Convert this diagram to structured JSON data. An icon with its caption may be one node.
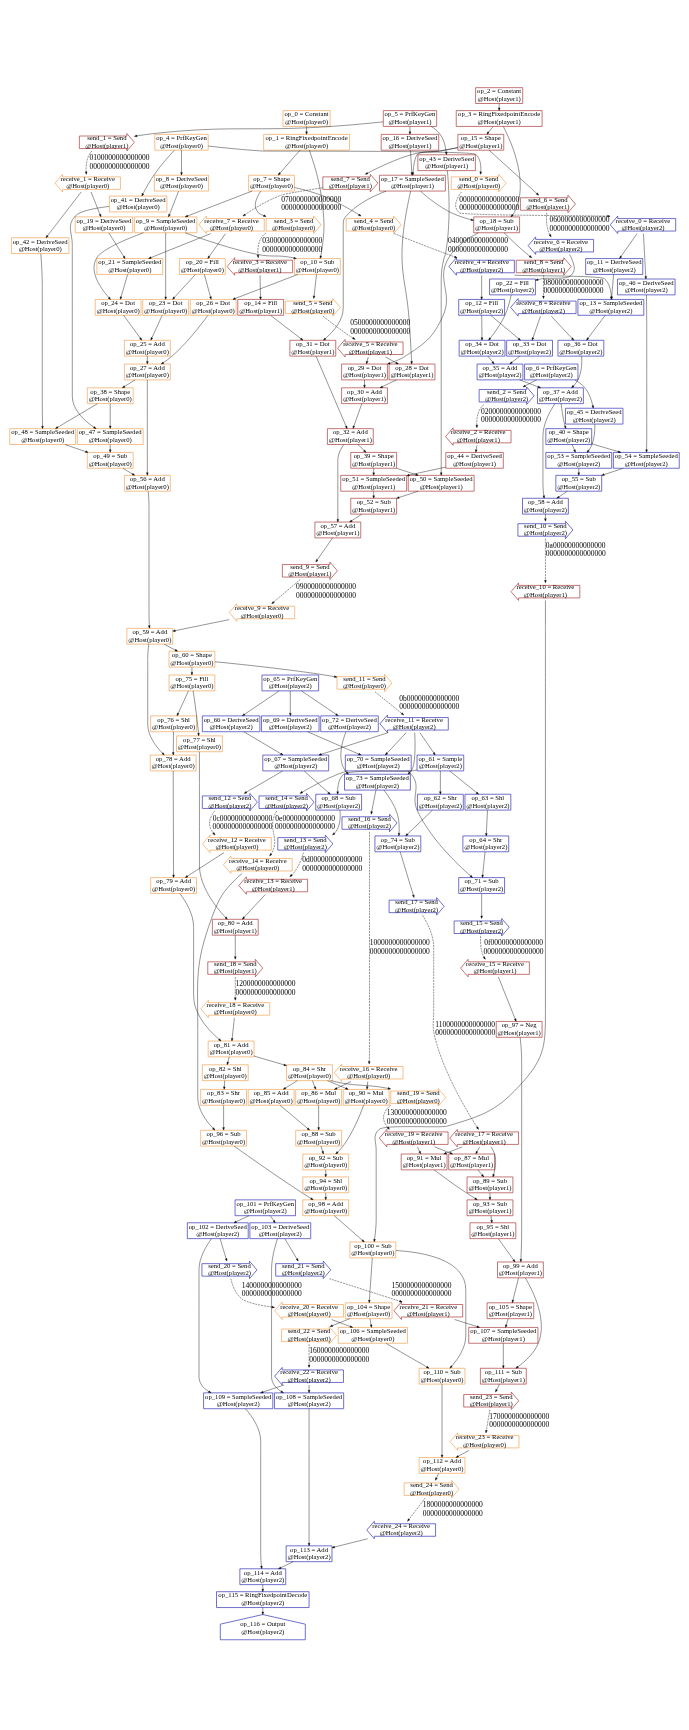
{
  "diagram": {
    "nodes": [
      {
        "text": [
          "op_2 = Constant",
          "@Host(player1)"
        ]
      },
      {
        "text": [
          "op_3 = RingFixedpointEncode",
          "@Host(player1)"
        ]
      },
      {
        "text": [
          "op_0 = Constant",
          "@Host(player0)"
        ]
      },
      {
        "text": [
          "op_5 = PrfKeyGen",
          "@Host(player1)"
        ]
      },
      {
        "text": [
          "op_4 = PrfKeyGen",
          "@Host(player0)"
        ]
      },
      {
        "text": [
          "op_15 = Shape",
          "@Host(player1)"
        ]
      },
      {
        "text": [
          "op_1 = RingFixedpointEncode",
          "@Host(player0)"
        ]
      },
      {
        "text": [
          "send_1 = Send",
          "@Host(player1)"
        ]
      },
      {
        "text": [
          "op_16 = DeriveSeed",
          "@Host(player1)"
        ]
      },
      {
        "text": [
          "op_43 = DeriveSeed",
          "@Host(player1)"
        ]
      },
      {
        "text": [
          "send_0 = Send",
          "@Host(player0)"
        ]
      },
      {
        "text": [
          "op_8 = DeriveSeed",
          "@Host(player0)"
        ]
      },
      {
        "text": [
          "op_7 = Shape",
          "@Host(player0)"
        ]
      },
      {
        "text": [
          "send_7 = Send",
          "@Host(player1)"
        ]
      },
      {
        "text": [
          "receive_1 = Receive",
          "@Host(player0)"
        ]
      },
      {
        "text": [
          "op_17 = SampleSeeded",
          "@Host(player1)"
        ]
      },
      {
        "text": [
          "op_41 = DeriveSeed",
          "@Host(player0)"
        ]
      },
      {
        "text": [
          "send_6 = Send",
          "@Host(player1)"
        ]
      },
      {
        "text": [
          "receive_0 = Receive",
          "@Host(player2)"
        ]
      },
      {
        "text": [
          "send_4 = Send",
          "@Host(player0)"
        ]
      },
      {
        "text": [
          "op_9 = SampleSeeded",
          "@Host(player0)"
        ]
      },
      {
        "text": [
          "receive_7 = Receive",
          "@Host(player0)"
        ]
      },
      {
        "text": [
          "send_3 = Send",
          "@Host(player0)"
        ]
      },
      {
        "text": [
          "op_19 = DeriveSeed",
          "@Host(player0)"
        ]
      },
      {
        "text": [
          "op_18 = Sub",
          "@Host(player1)"
        ]
      },
      {
        "text": [
          "receive_6 = Receive",
          "@Host(player2)"
        ]
      },
      {
        "text": [
          "op_11 = DeriveSeed",
          "@Host(player2)"
        ]
      },
      {
        "text": [
          "receive_4 = Receive",
          "@Host(player2)"
        ]
      },
      {
        "text": [
          "send_8 = Send",
          "@Host(player1)"
        ]
      },
      {
        "text": [
          "op_20 = Fill",
          "@Host(player0)"
        ]
      },
      {
        "text": [
          "op_10 = Sub",
          "@Host(player0)"
        ]
      },
      {
        "text": [
          "op_21 = SampleSeeded",
          "@Host(player0)"
        ]
      },
      {
        "text": [
          "receive_3 = Receive",
          "@Host(player1)"
        ]
      },
      {
        "text": [
          "op_46 = DeriveSeed",
          "@Host(player2)"
        ]
      },
      {
        "text": [
          "op_22 = Fill",
          "@Host(player2)"
        ]
      },
      {
        "text": [
          "op_13 = SampleSeeded",
          "@Host(player2)"
        ]
      },
      {
        "text": [
          "op_12 = Fill",
          "@Host(player2)"
        ]
      },
      {
        "text": [
          "receive_8 = Receive",
          "@Host(player2)"
        ]
      },
      {
        "text": [
          "op_23 = Dot",
          "@Host(player0)"
        ]
      },
      {
        "text": [
          "op_24 = Dot",
          "@Host(player0)"
        ]
      },
      {
        "text": [
          "op_26 = Dot",
          "@Host(player0)"
        ]
      },
      {
        "text": [
          "send_5 = Send",
          "@Host(player0)"
        ]
      },
      {
        "text": [
          "op_14 = Fill",
          "@Host(player1)"
        ]
      },
      {
        "text": [
          "op_42 = DeriveSeed",
          "@Host(player0)"
        ]
      },
      {
        "text": [
          "receive_5 = Receive",
          "@Host(player1)"
        ]
      },
      {
        "text": [
          "op_36 = Dot",
          "@Host(player2)"
        ]
      },
      {
        "text": [
          "op_34 = Dot",
          "@Host(player2)"
        ]
      },
      {
        "text": [
          "op_33 = Dot",
          "@Host(player2)"
        ]
      },
      {
        "text": [
          "op_25 = Add",
          "@Host(player0)"
        ]
      },
      {
        "text": [
          "op_31 = Dot",
          "@Host(player1)"
        ]
      },
      {
        "text": [
          "op_28 = Dot",
          "@Host(player1)"
        ]
      },
      {
        "text": [
          "op_29 = Dot",
          "@Host(player1)"
        ]
      },
      {
        "text": [
          "op_35 = Add",
          "@Host(player2)"
        ]
      },
      {
        "text": [
          "op_27 = Add",
          "@Host(player0)"
        ]
      },
      {
        "text": [
          "op_6 = PrfKeyGen",
          "@Host(player2)"
        ]
      },
      {
        "text": [
          "op_30 = Add",
          "@Host(player1)"
        ]
      },
      {
        "text": [
          "op_37 = Add",
          "@Host(player2)"
        ]
      },
      {
        "text": [
          "op_38 = Shape",
          "@Host(player0)"
        ]
      },
      {
        "text": [
          "send_2 = Send",
          "@Host(player2)"
        ]
      },
      {
        "text": [
          "op_45 = DeriveSeed",
          "@Host(player2)"
        ]
      },
      {
        "text": [
          "op_40 = Shape",
          "@Host(player2)"
        ]
      },
      {
        "text": [
          "op_47 = SampleSeeded",
          "@Host(player0)"
        ]
      },
      {
        "text": [
          "op_48 = SampleSeeded",
          "@Host(player0)"
        ]
      },
      {
        "text": [
          "receive_2 = Receive",
          "@Host(player1)"
        ]
      },
      {
        "text": [
          "op_32 = Add",
          "@Host(player1)"
        ]
      },
      {
        "text": [
          "op_54 = SampleSeeded",
          "@Host(player2)"
        ]
      },
      {
        "text": [
          "op_53 = SampleSeeded",
          "@Host(player2)"
        ]
      },
      {
        "text": [
          "op_49 = Sub",
          "@Host(player0)"
        ]
      },
      {
        "text": [
          "op_44 = DeriveSeed",
          "@Host(player1)"
        ]
      },
      {
        "text": [
          "op_39 = Shape",
          "@Host(player1)"
        ]
      },
      {
        "text": [
          "op_55 = Sub",
          "@Host(player2)"
        ]
      },
      {
        "text": [
          "op_56 = Add",
          "@Host(player0)"
        ]
      },
      {
        "text": [
          "op_51 = SampleSeeded",
          "@Host(player1)"
        ]
      },
      {
        "text": [
          "op_50 = SampleSeeded",
          "@Host(player1)"
        ]
      },
      {
        "text": [
          "op_58 = Add",
          "@Host(player2)"
        ]
      },
      {
        "text": [
          "op_52 = Sub",
          "@Host(player1)"
        ]
      },
      {
        "text": [
          "op_57 = Add",
          "@Host(player1)"
        ]
      },
      {
        "text": [
          "send_10 = Send",
          "@Host(player2)"
        ]
      },
      {
        "text": [
          "send_9 = Send",
          "@Host(player1)"
        ]
      },
      {
        "text": [
          "receive_10 = Receive",
          "@Host(player1)"
        ]
      },
      {
        "text": [
          "receive_9 = Receive",
          "@Host(player0)"
        ]
      },
      {
        "text": [
          "op_59 = Add",
          "@Host(player0)"
        ]
      },
      {
        "text": [
          "op_60 = Shape",
          "@Host(player0)"
        ]
      },
      {
        "text": [
          "op_75 = Fill",
          "@Host(player0)"
        ]
      },
      {
        "text": [
          "op_65 = PrfKeyGen",
          "@Host(player2)"
        ]
      },
      {
        "text": [
          "send_11 = Send",
          "@Host(player0)"
        ]
      },
      {
        "text": [
          "op_66 = DeriveSeed",
          "@Host(player2)"
        ]
      },
      {
        "text": [
          "receive_11 = Receive",
          "@Host(player2)"
        ]
      },
      {
        "text": [
          "op_69 = DeriveSeed",
          "@Host(player2)"
        ]
      },
      {
        "text": [
          "op_76 = Shl",
          "@Host(player0)"
        ]
      },
      {
        "text": [
          "op_72 = DeriveSeed",
          "@Host(player2)"
        ]
      },
      {
        "text": [
          "op_77 = Shl",
          "@Host(player0)"
        ]
      },
      {
        "text": [
          "op_78 = Add",
          "@Host(player0)"
        ]
      },
      {
        "text": [
          "op_67 = SampleSeeded",
          "@Host(player2)"
        ]
      },
      {
        "text": [
          "op_61 = Sample",
          "@Host(player2)"
        ]
      },
      {
        "text": [
          "op_70 = SampleSeeded",
          "@Host(player2)"
        ]
      },
      {
        "text": [
          "op_73 = SampleSeeded",
          "@Host(player2)"
        ]
      },
      {
        "text": [
          "op_68 = Sub",
          "@Host(player2)"
        ]
      },
      {
        "text": [
          "send_12 = Send",
          "@Host(player2)"
        ]
      },
      {
        "text": [
          "op_62 = Shr",
          "@Host(player2)"
        ]
      },
      {
        "text": [
          "send_14 = Send",
          "@Host(player2)"
        ]
      },
      {
        "text": [
          "op_63 = Shl",
          "@Host(player2)"
        ]
      },
      {
        "text": [
          "send_13 = Send",
          "@Host(player2)"
        ]
      },
      {
        "text": [
          "receive_12 = Receive",
          "@Host(player0)"
        ]
      },
      {
        "text": [
          "op_74 = Sub",
          "@Host(player2)"
        ]
      },
      {
        "text": [
          "op_64 = Shr",
          "@Host(player2)"
        ]
      },
      {
        "text": [
          "receive_14 = Receive",
          "@Host(player0)"
        ]
      },
      {
        "text": [
          "receive_13 = Receive",
          "@Host(player1)"
        ]
      },
      {
        "text": [
          "op_79 = Add",
          "@Host(player0)"
        ]
      },
      {
        "text": [
          "op_71 = Sub",
          "@Host(player2)"
        ]
      },
      {
        "text": [
          "send_16 = Send",
          "@Host(player2)"
        ]
      },
      {
        "text": [
          "op_80 = Add",
          "@Host(player1)"
        ]
      },
      {
        "text": [
          "send_15 = Send",
          "@Host(player2)"
        ]
      },
      {
        "text": [
          "send_18 = Send",
          "@Host(player1)"
        ]
      },
      {
        "text": [
          "receive_15 = Receive",
          "@Host(player1)"
        ]
      },
      {
        "text": [
          "receive_18 = Receive",
          "@Host(player0)"
        ]
      },
      {
        "text": [
          "op_97 = Neg",
          "@Host(player1)"
        ]
      },
      {
        "text": [
          "op_81 = Add",
          "@Host(player0)"
        ]
      },
      {
        "text": [
          "send_17 = Send",
          "@Host(player2)"
        ]
      },
      {
        "text": [
          "op_82 = Shl",
          "@Host(player0)"
        ]
      },
      {
        "text": [
          "op_84 = Shr",
          "@Host(player0)"
        ]
      },
      {
        "text": [
          "receive_16 = Receive",
          "@Host(player0)"
        ]
      },
      {
        "text": [
          "op_83 = Shr",
          "@Host(player0)"
        ]
      },
      {
        "text": [
          "op_86 = Mul",
          "@Host(player0)"
        ]
      },
      {
        "text": [
          "op_85 = Add",
          "@Host(player0)"
        ]
      },
      {
        "text": [
          "op_90 = Mul",
          "@Host(player0)"
        ]
      },
      {
        "text": [
          "send_19 = Send",
          "@Host(player0)"
        ]
      },
      {
        "text": [
          "op_96 = Sub",
          "@Host(player0)"
        ]
      },
      {
        "text": [
          "op_88 = Sub",
          "@Host(player0)"
        ]
      },
      {
        "text": [
          "receive_19 = Receive",
          "@Host(player1)"
        ]
      },
      {
        "text": [
          "receive_17 = Receive",
          "@Host(player1)"
        ]
      },
      {
        "text": [
          "op_92 = Sub",
          "@Host(player0)"
        ]
      },
      {
        "text": [
          "op_91 = Mul",
          "@Host(player1)"
        ]
      },
      {
        "text": [
          "op_87 = Mul",
          "@Host(player1)"
        ]
      },
      {
        "text": [
          "op_94 = Shl",
          "@Host(player0)"
        ]
      },
      {
        "text": [
          "op_89 = Sub",
          "@Host(player1)"
        ]
      },
      {
        "text": [
          "op_98 = Add",
          "@Host(player0)"
        ]
      },
      {
        "text": [
          "op_93 = Sub",
          "@Host(player1)"
        ]
      },
      {
        "text": [
          "op_101 = PrfKeyGen",
          "@Host(player2)"
        ]
      },
      {
        "text": [
          "op_102 = DeriveSeed",
          "@Host(player2)"
        ]
      },
      {
        "text": [
          "op_103 = DeriveSeed",
          "@Host(player2)"
        ]
      },
      {
        "text": [
          "op_95 = Shl",
          "@Host(player1)"
        ]
      },
      {
        "text": [
          "op_100 = Sub",
          "@Host(player0)"
        ]
      },
      {
        "text": [
          "op_99 = Add",
          "@Host(player1)"
        ]
      },
      {
        "text": [
          "send_20 = Send",
          "@Host(player2)"
        ]
      },
      {
        "text": [
          "send_21 = Send",
          "@Host(player2)"
        ]
      },
      {
        "text": [
          "receive_20 = Receive",
          "@Host(player0)"
        ]
      },
      {
        "text": [
          "op_104 = Shape",
          "@Host(player0)"
        ]
      },
      {
        "text": [
          "receive_21 = Receive",
          "@Host(player1)"
        ]
      },
      {
        "text": [
          "op_105 = Shape",
          "@Host(player1)"
        ]
      },
      {
        "text": [
          "send_22 = Send",
          "@Host(player0)"
        ]
      },
      {
        "text": [
          "op_106 = SampleSeeded",
          "@Host(player0)"
        ]
      },
      {
        "text": [
          "op_107 = SampleSeeded",
          "@Host(player1)"
        ]
      },
      {
        "text": [
          "receive_22 = Receive",
          "@Host(player2)"
        ]
      },
      {
        "text": [
          "op_110 = Sub",
          "@Host(player0)"
        ]
      },
      {
        "text": [
          "op_111 = Sub",
          "@Host(player1)"
        ]
      },
      {
        "text": [
          "op_109 = SampleSeeded",
          "@Host(player2)"
        ]
      },
      {
        "text": [
          "op_108 = SampleSeeded",
          "@Host(player2)"
        ]
      },
      {
        "text": [
          "send_23 = Send",
          "@Host(player1)"
        ]
      },
      {
        "text": [
          "receive_23 = Receive",
          "@Host(player0)"
        ]
      },
      {
        "text": [
          "op_112 = Add",
          "@Host(player0)"
        ]
      },
      {
        "text": [
          "send_24 = Send",
          "@Host(player0)"
        ]
      },
      {
        "text": [
          "receive_24 = Receive",
          "@Host(player2)"
        ]
      },
      {
        "text": [
          "op_113 = Add",
          "@Host(player2)"
        ]
      },
      {
        "text": [
          "op_114 = Add",
          "@Host(player2)"
        ]
      },
      {
        "text": [
          "op_115 = RingFixedpointDecode",
          "@Host(player2)"
        ]
      },
      {
        "text": [
          "op_116 = Output",
          "@Host(player2)"
        ]
      }
    ],
    "edges": [
      {
        "from": 0,
        "to": 1,
        "arrow": "to"
      },
      {
        "from": 2,
        "to": 6,
        "arrow": "to"
      },
      {
        "from": 1,
        "to": 5,
        "arrow": "to"
      },
      {
        "from": 1,
        "to": 24,
        "arrow": "to"
      },
      {
        "from": 3,
        "to": 8,
        "arrow": "to"
      },
      {
        "from": 3,
        "to": 9,
        "arrow": "to"
      },
      {
        "from": 3,
        "to": 7,
        "arrow": "to"
      },
      {
        "from": 4,
        "to": 10,
        "arrow": "to"
      },
      {
        "from": 4,
        "to": 16,
        "arrow": "to"
      },
      {
        "from": 4,
        "to": 11,
        "arrow": "to"
      },
      {
        "from": 5,
        "to": 15,
        "arrow": "to"
      },
      {
        "from": 5,
        "to": 13,
        "arrow": "to"
      },
      {
        "from": 5,
        "to": 17,
        "arrow": "to"
      },
      {
        "from": 6,
        "to": 12,
        "arrow": "to"
      },
      {
        "from": 6,
        "to": 30,
        "arrow": "to"
      },
      {
        "from": 7,
        "to": 14,
        "arrow": "to",
        "style": "dashed",
        "label": "01000000000000000000000000000000"
      },
      {
        "from": 8,
        "to": 15,
        "arrow": "to"
      },
      {
        "from": 15,
        "to": 24,
        "arrow": "to"
      },
      {
        "from": 15,
        "to": 49,
        "arrow": "to"
      },
      {
        "from": 15,
        "to": 50,
        "arrow": "to"
      },
      {
        "from": 9,
        "to": 73,
        "arrow": "to"
      },
      {
        "from": 10,
        "to": 18,
        "arrow": "to",
        "style": "dashed",
        "label": "00000000000000000000000000000000"
      },
      {
        "from": 11,
        "to": 20,
        "arrow": "to"
      },
      {
        "from": 12,
        "to": 20,
        "arrow": "to"
      },
      {
        "from": 12,
        "to": 19,
        "arrow": "to"
      },
      {
        "from": 12,
        "to": 22,
        "arrow": "to"
      },
      {
        "from": 13,
        "to": 21,
        "arrow": "to",
        "style": "dashed",
        "label": "07000000000000000000000000000000"
      },
      {
        "from": 14,
        "to": 23,
        "arrow": "to"
      },
      {
        "from": 14,
        "to": 43,
        "arrow": "to"
      },
      {
        "from": 16,
        "to": 61,
        "arrow": "to"
      },
      {
        "from": 17,
        "to": 25,
        "arrow": "to",
        "style": "dashed",
        "label": "06000000000000000000000000000000"
      },
      {
        "from": 18,
        "to": 26,
        "arrow": "to"
      },
      {
        "from": 18,
        "to": 33,
        "arrow": "to"
      },
      {
        "from": 19,
        "to": 27,
        "arrow": "to",
        "style": "dashed",
        "label": "04000000000000000000000000000000"
      },
      {
        "from": 20,
        "to": 38,
        "arrow": "to"
      },
      {
        "from": 20,
        "to": 39,
        "arrow": "to"
      },
      {
        "from": 20,
        "to": 30,
        "arrow": "to"
      },
      {
        "from": 21,
        "to": 29,
        "arrow": "to"
      },
      {
        "from": 21,
        "to": 31,
        "arrow": "to"
      },
      {
        "from": 22,
        "to": 32,
        "arrow": "to",
        "style": "dashed",
        "label": "03000000000000000000000000000000"
      },
      {
        "from": 23,
        "to": 31,
        "arrow": "to"
      },
      {
        "from": 24,
        "to": 28,
        "arrow": "to"
      },
      {
        "from": 25,
        "to": 34,
        "arrow": "to"
      },
      {
        "from": 27,
        "to": 35,
        "arrow": "to"
      },
      {
        "from": 27,
        "to": 36,
        "arrow": "to"
      },
      {
        "from": 26,
        "to": 35,
        "arrow": "to"
      },
      {
        "from": 28,
        "to": 37,
        "arrow": "to",
        "style": "dashed",
        "label": "08000000000000000000000000000000"
      },
      {
        "from": 29,
        "to": 38,
        "arrow": "to"
      },
      {
        "from": 29,
        "to": 40,
        "arrow": "to"
      },
      {
        "from": 30,
        "to": 40,
        "arrow": "to"
      },
      {
        "from": 30,
        "to": 41,
        "arrow": "to"
      },
      {
        "from": 31,
        "to": 39,
        "arrow": "to"
      },
      {
        "from": 32,
        "to": 42,
        "arrow": "to"
      },
      {
        "from": 34,
        "to": 46,
        "arrow": "to"
      },
      {
        "from": 36,
        "to": 46,
        "arrow": "to"
      },
      {
        "from": 36,
        "to": 47,
        "arrow": "to"
      },
      {
        "from": 37,
        "to": 45,
        "arrow": "to"
      },
      {
        "from": 37,
        "to": 47,
        "arrow": "to"
      },
      {
        "from": 35,
        "to": 45,
        "arrow": "to"
      },
      {
        "from": 38,
        "to": 48,
        "arrow": "to"
      },
      {
        "from": 39,
        "to": 48,
        "arrow": "to"
      },
      {
        "from": 40,
        "to": 53,
        "arrow": "to"
      },
      {
        "from": 41,
        "to": 44,
        "arrow": "to",
        "style": "dashed",
        "label": "05000000000000000000000000000000"
      },
      {
        "from": 42,
        "to": 49,
        "arrow": "to"
      },
      {
        "from": 44,
        "to": 50,
        "arrow": "to"
      },
      {
        "from": 44,
        "to": 51,
        "arrow": "to"
      },
      {
        "from": 24,
        "to": 51,
        "arrow": "to"
      },
      {
        "from": 45,
        "to": 56,
        "arrow": "to"
      },
      {
        "from": 46,
        "to": 52,
        "arrow": "to"
      },
      {
        "from": 47,
        "to": 52,
        "arrow": "to"
      },
      {
        "from": 52,
        "to": 56,
        "arrow": "to"
      },
      {
        "from": 48,
        "to": 53,
        "arrow": "to"
      },
      {
        "from": 50,
        "to": 55,
        "arrow": "to"
      },
      {
        "from": 51,
        "to": 55,
        "arrow": "to"
      },
      {
        "from": 55,
        "to": 64,
        "arrow": "to"
      },
      {
        "from": 49,
        "to": 64,
        "arrow": "to"
      },
      {
        "from": 53,
        "to": 57,
        "arrow": "to"
      },
      {
        "from": 53,
        "to": 71,
        "arrow": "to"
      },
      {
        "from": 54,
        "to": 59,
        "arrow": "to"
      },
      {
        "from": 54,
        "to": 58,
        "arrow": "to"
      },
      {
        "from": 56,
        "to": 60,
        "arrow": "to"
      },
      {
        "from": 56,
        "to": 74,
        "arrow": "to"
      },
      {
        "from": 57,
        "to": 61,
        "arrow": "to"
      },
      {
        "from": 57,
        "to": 62,
        "arrow": "to"
      },
      {
        "from": 58,
        "to": 63,
        "arrow": "to",
        "style": "dashed",
        "label": "02000000000000000000000000000000"
      },
      {
        "from": 59,
        "to": 66,
        "arrow": "to"
      },
      {
        "from": 60,
        "to": 65,
        "arrow": "to"
      },
      {
        "from": 60,
        "to": 66,
        "arrow": "to"
      },
      {
        "from": 33,
        "to": 65,
        "arrow": "to"
      },
      {
        "from": 43,
        "to": 62,
        "arrow": "to"
      },
      {
        "from": 61,
        "to": 67,
        "arrow": "to"
      },
      {
        "from": 62,
        "to": 67,
        "arrow": "to"
      },
      {
        "from": 63,
        "to": 68,
        "arrow": "to"
      },
      {
        "from": 64,
        "to": 69,
        "arrow": "to"
      },
      {
        "from": 64,
        "to": 76,
        "arrow": "to"
      },
      {
        "from": 65,
        "to": 70,
        "arrow": "to"
      },
      {
        "from": 66,
        "to": 70,
        "arrow": "to"
      },
      {
        "from": 67,
        "to": 71,
        "arrow": "to"
      },
      {
        "from": 68,
        "to": 72,
        "arrow": "to"
      },
      {
        "from": 69,
        "to": 72,
        "arrow": "to"
      },
      {
        "from": 69,
        "to": 73,
        "arrow": "to"
      },
      {
        "from": 70,
        "to": 74,
        "arrow": "to"
      },
      {
        "from": 72,
        "to": 75,
        "arrow": "to"
      },
      {
        "from": 73,
        "to": 75,
        "arrow": "to"
      },
      {
        "from": 75,
        "to": 76,
        "arrow": "to"
      },
      {
        "from": 74,
        "to": 77,
        "arrow": "to"
      },
      {
        "from": 76,
        "to": 78,
        "arrow": "to"
      },
      {
        "from": 77,
        "to": 79,
        "arrow": "to",
        "style": "dashed",
        "label": "0a000000000000000000000000000000"
      },
      {
        "from": 78,
        "to": 80,
        "arrow": "to",
        "style": "dashed",
        "label": "09000000000000000000000000000000"
      },
      {
        "from": 71,
        "to": 81,
        "arrow": "to"
      },
      {
        "from": 80,
        "to": 81,
        "arrow": "to"
      },
      {
        "from": 79,
        "to": 142,
        "arrow": "to"
      },
      {
        "from": 81,
        "to": 82,
        "arrow": "to"
      },
      {
        "from": 81,
        "to": 92,
        "arrow": "to"
      },
      {
        "from": 82,
        "to": 83,
        "arrow": "to"
      },
      {
        "from": 82,
        "to": 85,
        "arrow": "to"
      },
      {
        "from": 83,
        "to": 89,
        "arrow": "to"
      },
      {
        "from": 83,
        "to": 91,
        "arrow": "to"
      },
      {
        "from": 89,
        "to": 92,
        "arrow": "to"
      },
      {
        "from": 84,
        "to": 86,
        "arrow": "to"
      },
      {
        "from": 84,
        "to": 90,
        "arrow": "to"
      },
      {
        "from": 84,
        "to": 88,
        "arrow": "to"
      },
      {
        "from": 85,
        "to": 87,
        "arrow": "to",
        "style": "dashed",
        "label": "0b000000000000000000000000000000"
      },
      {
        "from": 87,
        "to": 93,
        "arrow": "to"
      },
      {
        "from": 87,
        "to": 96,
        "arrow": "to"
      },
      {
        "from": 87,
        "to": 94,
        "arrow": "to"
      },
      {
        "from": 87,
        "to": 95,
        "arrow": "to"
      },
      {
        "from": 86,
        "to": 93,
        "arrow": "to"
      },
      {
        "from": 90,
        "to": 96,
        "arrow": "to"
      },
      {
        "from": 88,
        "to": 95,
        "arrow": "to"
      },
      {
        "from": 93,
        "to": 97,
        "arrow": "to"
      },
      {
        "from": 93,
        "to": 98,
        "arrow": "to"
      },
      {
        "from": 94,
        "to": 99,
        "arrow": "to"
      },
      {
        "from": 94,
        "to": 101,
        "arrow": "to"
      },
      {
        "from": 94,
        "to": 97,
        "arrow": "to"
      },
      {
        "from": 95,
        "to": 100,
        "arrow": "to"
      },
      {
        "from": 95,
        "to": 109,
        "arrow": "to"
      },
      {
        "from": 96,
        "to": 104,
        "arrow": "to"
      },
      {
        "from": 99,
        "to": 104,
        "arrow": "to"
      },
      {
        "from": 97,
        "to": 102,
        "arrow": "to"
      },
      {
        "from": 101,
        "to": 105,
        "arrow": "to"
      },
      {
        "from": 105,
        "to": 109,
        "arrow": "to"
      },
      {
        "from": 98,
        "to": 103,
        "arrow": "to",
        "style": "dashed",
        "label": "0c000000000000000000000000000000"
      },
      {
        "from": 102,
        "to": 107,
        "arrow": "to",
        "style": "dashed",
        "label": "0d000000000000000000000000000000"
      },
      {
        "from": 100,
        "to": 106,
        "arrow": "to",
        "style": "dashed",
        "label": "0e000000000000000000000000000000"
      },
      {
        "from": 91,
        "to": 111,
        "arrow": "to"
      },
      {
        "from": 107,
        "to": 111,
        "arrow": "to"
      },
      {
        "from": 92,
        "to": 108,
        "arrow": "to"
      },
      {
        "from": 103,
        "to": 108,
        "arrow": "to"
      },
      {
        "from": 108,
        "to": 117,
        "arrow": "to"
      },
      {
        "from": 115,
        "to": 117,
        "arrow": "to"
      },
      {
        "from": 111,
        "to": 113,
        "arrow": "to"
      },
      {
        "from": 113,
        "to": 115,
        "arrow": "to",
        "style": "dashed",
        "label": "12000000000000000000000000000000"
      },
      {
        "from": 104,
        "to": 118,
        "arrow": "to"
      },
      {
        "from": 106,
        "to": 127,
        "arrow": "to"
      },
      {
        "from": 96,
        "to": 110,
        "arrow": "to"
      },
      {
        "from": 110,
        "to": 121,
        "arrow": "to",
        "style": "dashed",
        "label": "10000000000000000000000000000000"
      },
      {
        "from": 109,
        "to": 112,
        "arrow": "to"
      },
      {
        "from": 112,
        "to": 114,
        "arrow": "to",
        "style": "dashed",
        "label": "0f000000000000000000000000000000"
      },
      {
        "from": 114,
        "to": 116,
        "arrow": "to"
      },
      {
        "from": 116,
        "to": 143,
        "arrow": "to"
      },
      {
        "from": 118,
        "to": 130,
        "arrow": "to",
        "style": "dashed",
        "label": "11000000000000000000000000000000"
      },
      {
        "from": 117,
        "to": 119,
        "arrow": "to"
      },
      {
        "from": 117,
        "to": 120,
        "arrow": "to"
      },
      {
        "from": 119,
        "to": 122,
        "arrow": "to"
      },
      {
        "from": 120,
        "to": 123,
        "arrow": "to"
      },
      {
        "from": 120,
        "to": 124,
        "arrow": "to"
      },
      {
        "from": 120,
        "to": 125,
        "arrow": "to"
      },
      {
        "from": 120,
        "to": 126,
        "arrow": "to"
      },
      {
        "from": 121,
        "to": 123,
        "arrow": "to"
      },
      {
        "from": 121,
        "to": 125,
        "arrow": "to"
      },
      {
        "from": 126,
        "to": 129,
        "arrow": "to",
        "style": "dashed",
        "label": "13000000000000000000000000000000"
      },
      {
        "from": 122,
        "to": 127,
        "arrow": "to"
      },
      {
        "from": 123,
        "to": 128,
        "arrow": "to"
      },
      {
        "from": 124,
        "to": 128,
        "arrow": "to"
      },
      {
        "from": 125,
        "to": 131,
        "arrow": "to"
      },
      {
        "from": 129,
        "to": 132,
        "arrow": "to"
      },
      {
        "from": 129,
        "to": 133,
        "arrow": "to"
      },
      {
        "from": 130,
        "to": 132,
        "arrow": "to"
      },
      {
        "from": 130,
        "to": 133,
        "arrow": "to"
      },
      {
        "from": 130,
        "to": 135,
        "arrow": "to"
      },
      {
        "from": 128,
        "to": 131,
        "arrow": "to"
      },
      {
        "from": 131,
        "to": 134,
        "arrow": "to"
      },
      {
        "from": 127,
        "to": 136,
        "arrow": "to"
      },
      {
        "from": 134,
        "to": 136,
        "arrow": "to"
      },
      {
        "from": 133,
        "to": 135,
        "arrow": "to"
      },
      {
        "from": 132,
        "to": 137,
        "arrow": "to"
      },
      {
        "from": 135,
        "to": 137,
        "arrow": "to"
      },
      {
        "from": 137,
        "to": 141,
        "arrow": "to"
      },
      {
        "from": 141,
        "to": 143,
        "arrow": "to"
      },
      {
        "from": 136,
        "to": 142,
        "arrow": "to"
      },
      {
        "from": 138,
        "to": 139,
        "arrow": "to"
      },
      {
        "from": 138,
        "to": 140,
        "arrow": "to"
      },
      {
        "from": 139,
        "to": 144,
        "arrow": "to"
      },
      {
        "from": 139,
        "to": 156,
        "arrow": "to"
      },
      {
        "from": 140,
        "to": 145,
        "arrow": "to"
      },
      {
        "from": 140,
        "to": 157,
        "arrow": "to"
      },
      {
        "from": 142,
        "to": 147,
        "arrow": "to"
      },
      {
        "from": 142,
        "to": 154,
        "arrow": "to"
      },
      {
        "from": 144,
        "to": 146,
        "arrow": "to",
        "style": "dashed",
        "label": "14000000000000000000000000000000"
      },
      {
        "from": 145,
        "to": 148,
        "arrow": "to",
        "style": "dashed",
        "label": "15000000000000000000000000000000"
      },
      {
        "from": 146,
        "to": 151,
        "arrow": "to"
      },
      {
        "from": 147,
        "to": 151,
        "arrow": "to"
      },
      {
        "from": 147,
        "to": 150,
        "arrow": "to"
      },
      {
        "from": 148,
        "to": 152,
        "arrow": "to"
      },
      {
        "from": 149,
        "to": 152,
        "arrow": "to"
      },
      {
        "from": 143,
        "to": 149,
        "arrow": "to"
      },
      {
        "from": 143,
        "to": 155,
        "arrow": "to"
      },
      {
        "from": 150,
        "to": 153,
        "arrow": "to",
        "style": "dashed",
        "label": "16000000000000000000000000000000"
      },
      {
        "from": 151,
        "to": 154,
        "arrow": "to"
      },
      {
        "from": 152,
        "to": 155,
        "arrow": "to"
      },
      {
        "from": 153,
        "to": 156,
        "arrow": "to"
      },
      {
        "from": 153,
        "to": 157,
        "arrow": "to"
      },
      {
        "from": 155,
        "to": 158,
        "arrow": "to"
      },
      {
        "from": 158,
        "to": 159,
        "arrow": "to",
        "style": "dashed",
        "label": "17000000000000000000000000000000"
      },
      {
        "from": 154,
        "to": 160,
        "arrow": "to"
      },
      {
        "from": 159,
        "to": 160,
        "arrow": "to"
      },
      {
        "from": 160,
        "to": 161,
        "arrow": "to"
      },
      {
        "from": 161,
        "to": 162,
        "arrow": "to",
        "style": "dashed",
        "label": "18000000000000000000000000000000"
      },
      {
        "from": 157,
        "to": 163,
        "arrow": "to"
      },
      {
        "from": 162,
        "to": 163,
        "arrow": "to"
      },
      {
        "from": 156,
        "to": 164,
        "arrow": "to"
      },
      {
        "from": 163,
        "to": 164,
        "arrow": "to"
      },
      {
        "from": 164,
        "to": 165,
        "arrow": "to"
      },
      {
        "from": 165,
        "to": 166,
        "arrow": "to"
      }
    ]
  }
}
